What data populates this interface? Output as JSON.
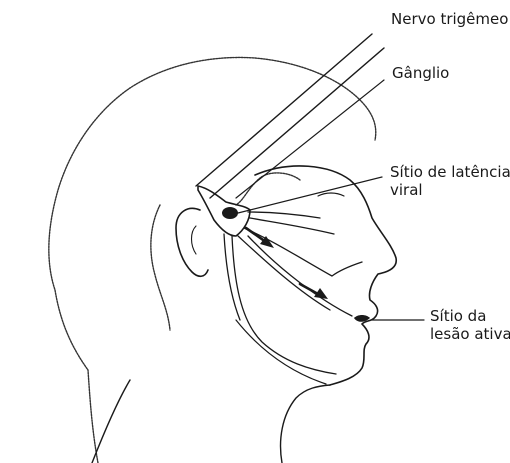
{
  "labels": {
    "trigeminal_nerve": "Nervo trigêmeo",
    "ganglion": "Gânglio",
    "latency_site_line1": "Sítio de latência",
    "latency_site_line2": "viral",
    "active_lesion_line1": "Sítio da",
    "active_lesion_line2": "lesão ativa"
  },
  "colors": {
    "ink": "#1a1a1a",
    "background": "#ffffff"
  }
}
